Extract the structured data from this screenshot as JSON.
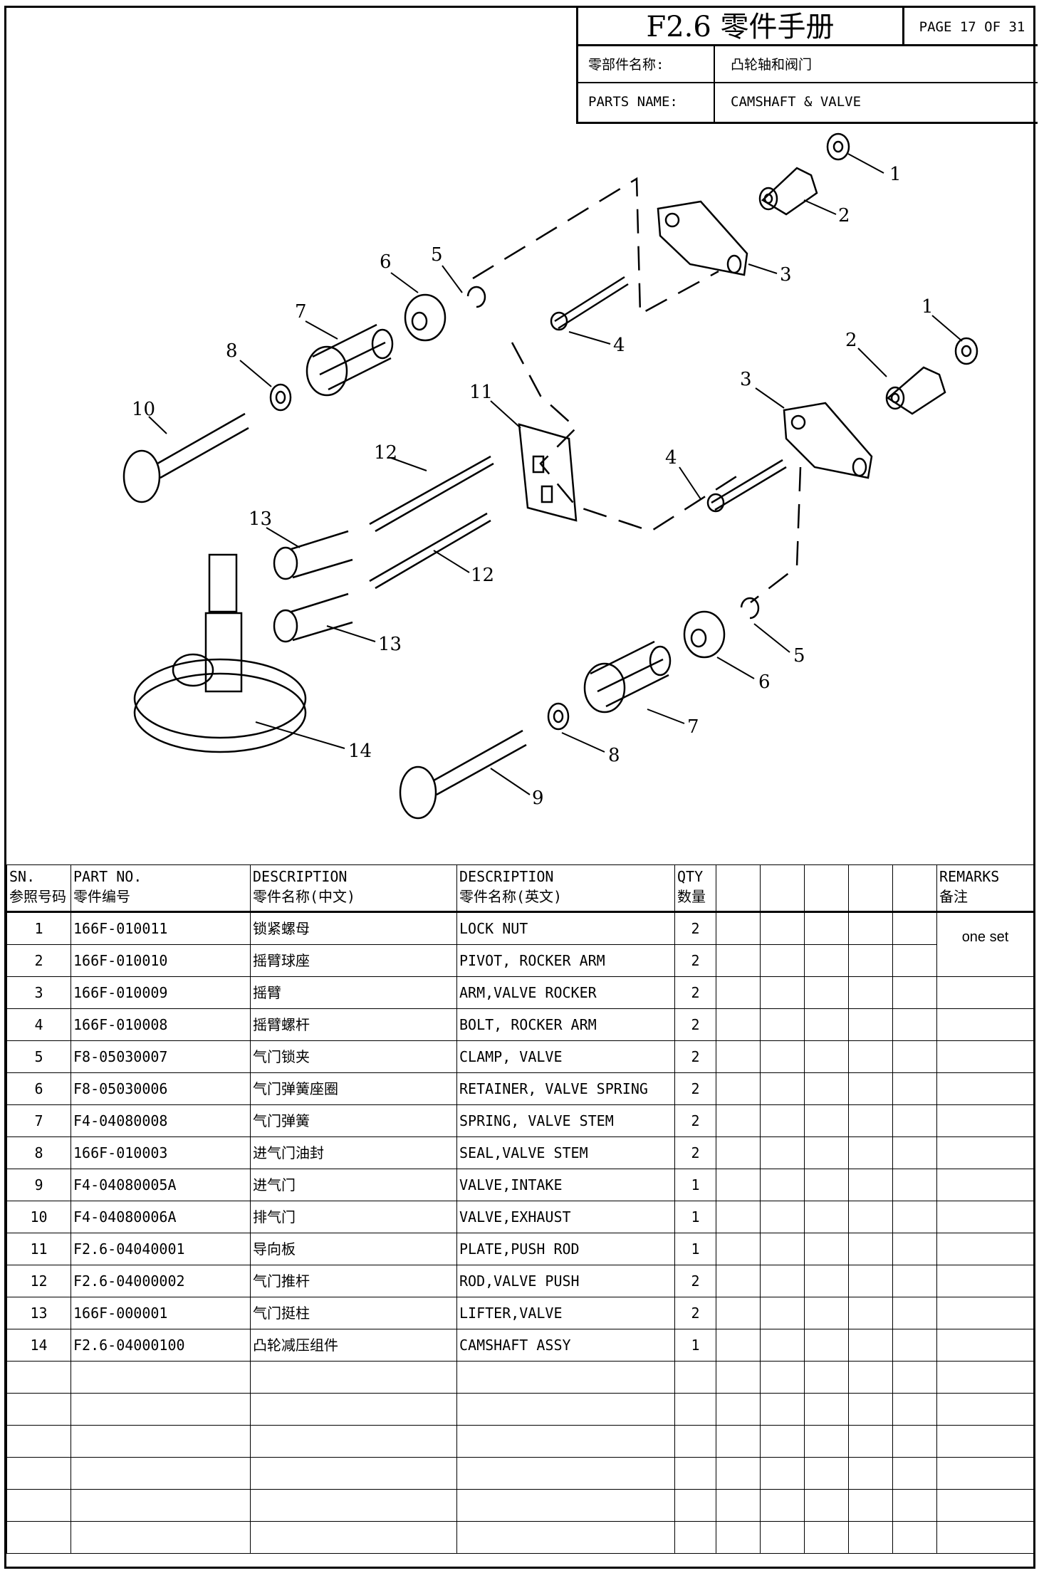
{
  "title_block": {
    "title": "F2.6 零件手册",
    "page": "PAGE 17 OF 31",
    "name_label_cn": "零部件名称:",
    "name_value_cn": "凸轮轴和阀门",
    "name_label_en": "PARTS NAME:",
    "name_value_en": "CAMSHAFT & VALVE"
  },
  "diagram": {
    "callouts": [
      "1",
      "2",
      "3",
      "4",
      "5",
      "6",
      "7",
      "8",
      "10",
      "11",
      "12",
      "13",
      "14",
      "1",
      "2",
      "3",
      "4",
      "12",
      "13",
      "5",
      "6",
      "7",
      "8",
      "9"
    ]
  },
  "table": {
    "headers": {
      "sn": [
        "SN.",
        "参照号码"
      ],
      "part_no": [
        "PART NO.",
        "零件编号"
      ],
      "desc_cn": [
        "DESCRIPTION",
        "零件名称(中文)"
      ],
      "desc_en": [
        "DESCRIPTION",
        "零件名称(英文)"
      ],
      "qty": [
        "QTY",
        "数量"
      ],
      "remarks": [
        "REMARKS",
        "备注"
      ]
    },
    "remarks_note": "one set",
    "rows": [
      {
        "sn": "1",
        "part_no": "166F-010011",
        "desc_cn": "锁紧螺母",
        "desc_en": "LOCK NUT",
        "qty": "2"
      },
      {
        "sn": "2",
        "part_no": "166F-010010",
        "desc_cn": "摇臂球座",
        "desc_en": "PIVOT, ROCKER ARM",
        "qty": "2"
      },
      {
        "sn": "3",
        "part_no": "166F-010009",
        "desc_cn": "摇臂",
        "desc_en": "ARM,VALVE ROCKER",
        "qty": "2"
      },
      {
        "sn": "4",
        "part_no": "166F-010008",
        "desc_cn": "摇臂螺杆",
        "desc_en": "BOLT, ROCKER ARM",
        "qty": "2"
      },
      {
        "sn": "5",
        "part_no": "F8-05030007",
        "desc_cn": "气门锁夹",
        "desc_en": "CLAMP, VALVE",
        "qty": "2"
      },
      {
        "sn": "6",
        "part_no": "F8-05030006",
        "desc_cn": "气门弹簧座圈",
        "desc_en": "RETAINER, VALVE SPRING",
        "qty": "2"
      },
      {
        "sn": "7",
        "part_no": "F4-04080008",
        "desc_cn": "气门弹簧",
        "desc_en": "SPRING, VALVE STEM",
        "qty": "2"
      },
      {
        "sn": "8",
        "part_no": "166F-010003",
        "desc_cn": "进气门油封",
        "desc_en": "SEAL,VALVE STEM",
        "qty": "2"
      },
      {
        "sn": "9",
        "part_no": "F4-04080005A",
        "desc_cn": "进气门",
        "desc_en": "VALVE,INTAKE",
        "qty": "1"
      },
      {
        "sn": "10",
        "part_no": "F4-04080006A",
        "desc_cn": "排气门",
        "desc_en": "VALVE,EXHAUST",
        "qty": "1"
      },
      {
        "sn": "11",
        "part_no": "F2.6-04040001",
        "desc_cn": "导向板",
        "desc_en": "PLATE,PUSH ROD",
        "qty": "1"
      },
      {
        "sn": "12",
        "part_no": "F2.6-04000002",
        "desc_cn": "气门推杆",
        "desc_en": "ROD,VALVE PUSH",
        "qty": "2"
      },
      {
        "sn": "13",
        "part_no": "166F-000001",
        "desc_cn": "气门挺柱",
        "desc_en": "LIFTER,VALVE",
        "qty": "2"
      },
      {
        "sn": "14",
        "part_no": "F2.6-04000100",
        "desc_cn": "凸轮减压组件",
        "desc_en": "CAMSHAFT ASSY",
        "qty": "1"
      }
    ]
  }
}
